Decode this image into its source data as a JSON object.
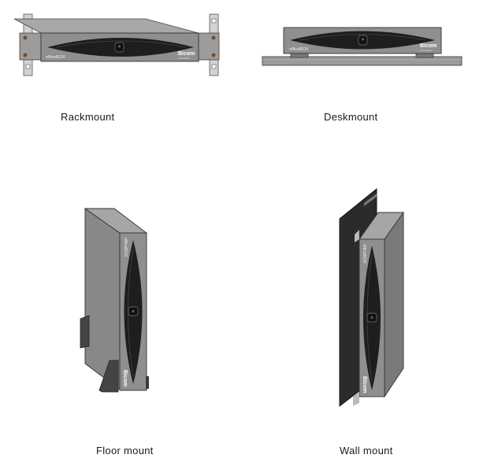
{
  "product": {
    "model_label": "officeBOX",
    "brand": "Bicom",
    "brand_tagline": "SYSTEMS"
  },
  "options": [
    {
      "id": "rackmount",
      "caption": "Rackmount"
    },
    {
      "id": "deskmount",
      "caption": "Deskmount"
    },
    {
      "id": "floormount",
      "caption": "Floor mount"
    },
    {
      "id": "wallmount",
      "caption": "Wall mount"
    }
  ],
  "colors": {
    "chassis_front": "#8e8e8e",
    "chassis_top": "#a9a9a9",
    "chassis_side": "#6f6f6f",
    "bezel": "#1c1c1c",
    "rack_rail": "#cfcfcf",
    "desk_surface": "#9a9a9a",
    "wall": "#2b2b2b",
    "outline": "#3a3a3a",
    "brand_red": "#c0392b"
  }
}
